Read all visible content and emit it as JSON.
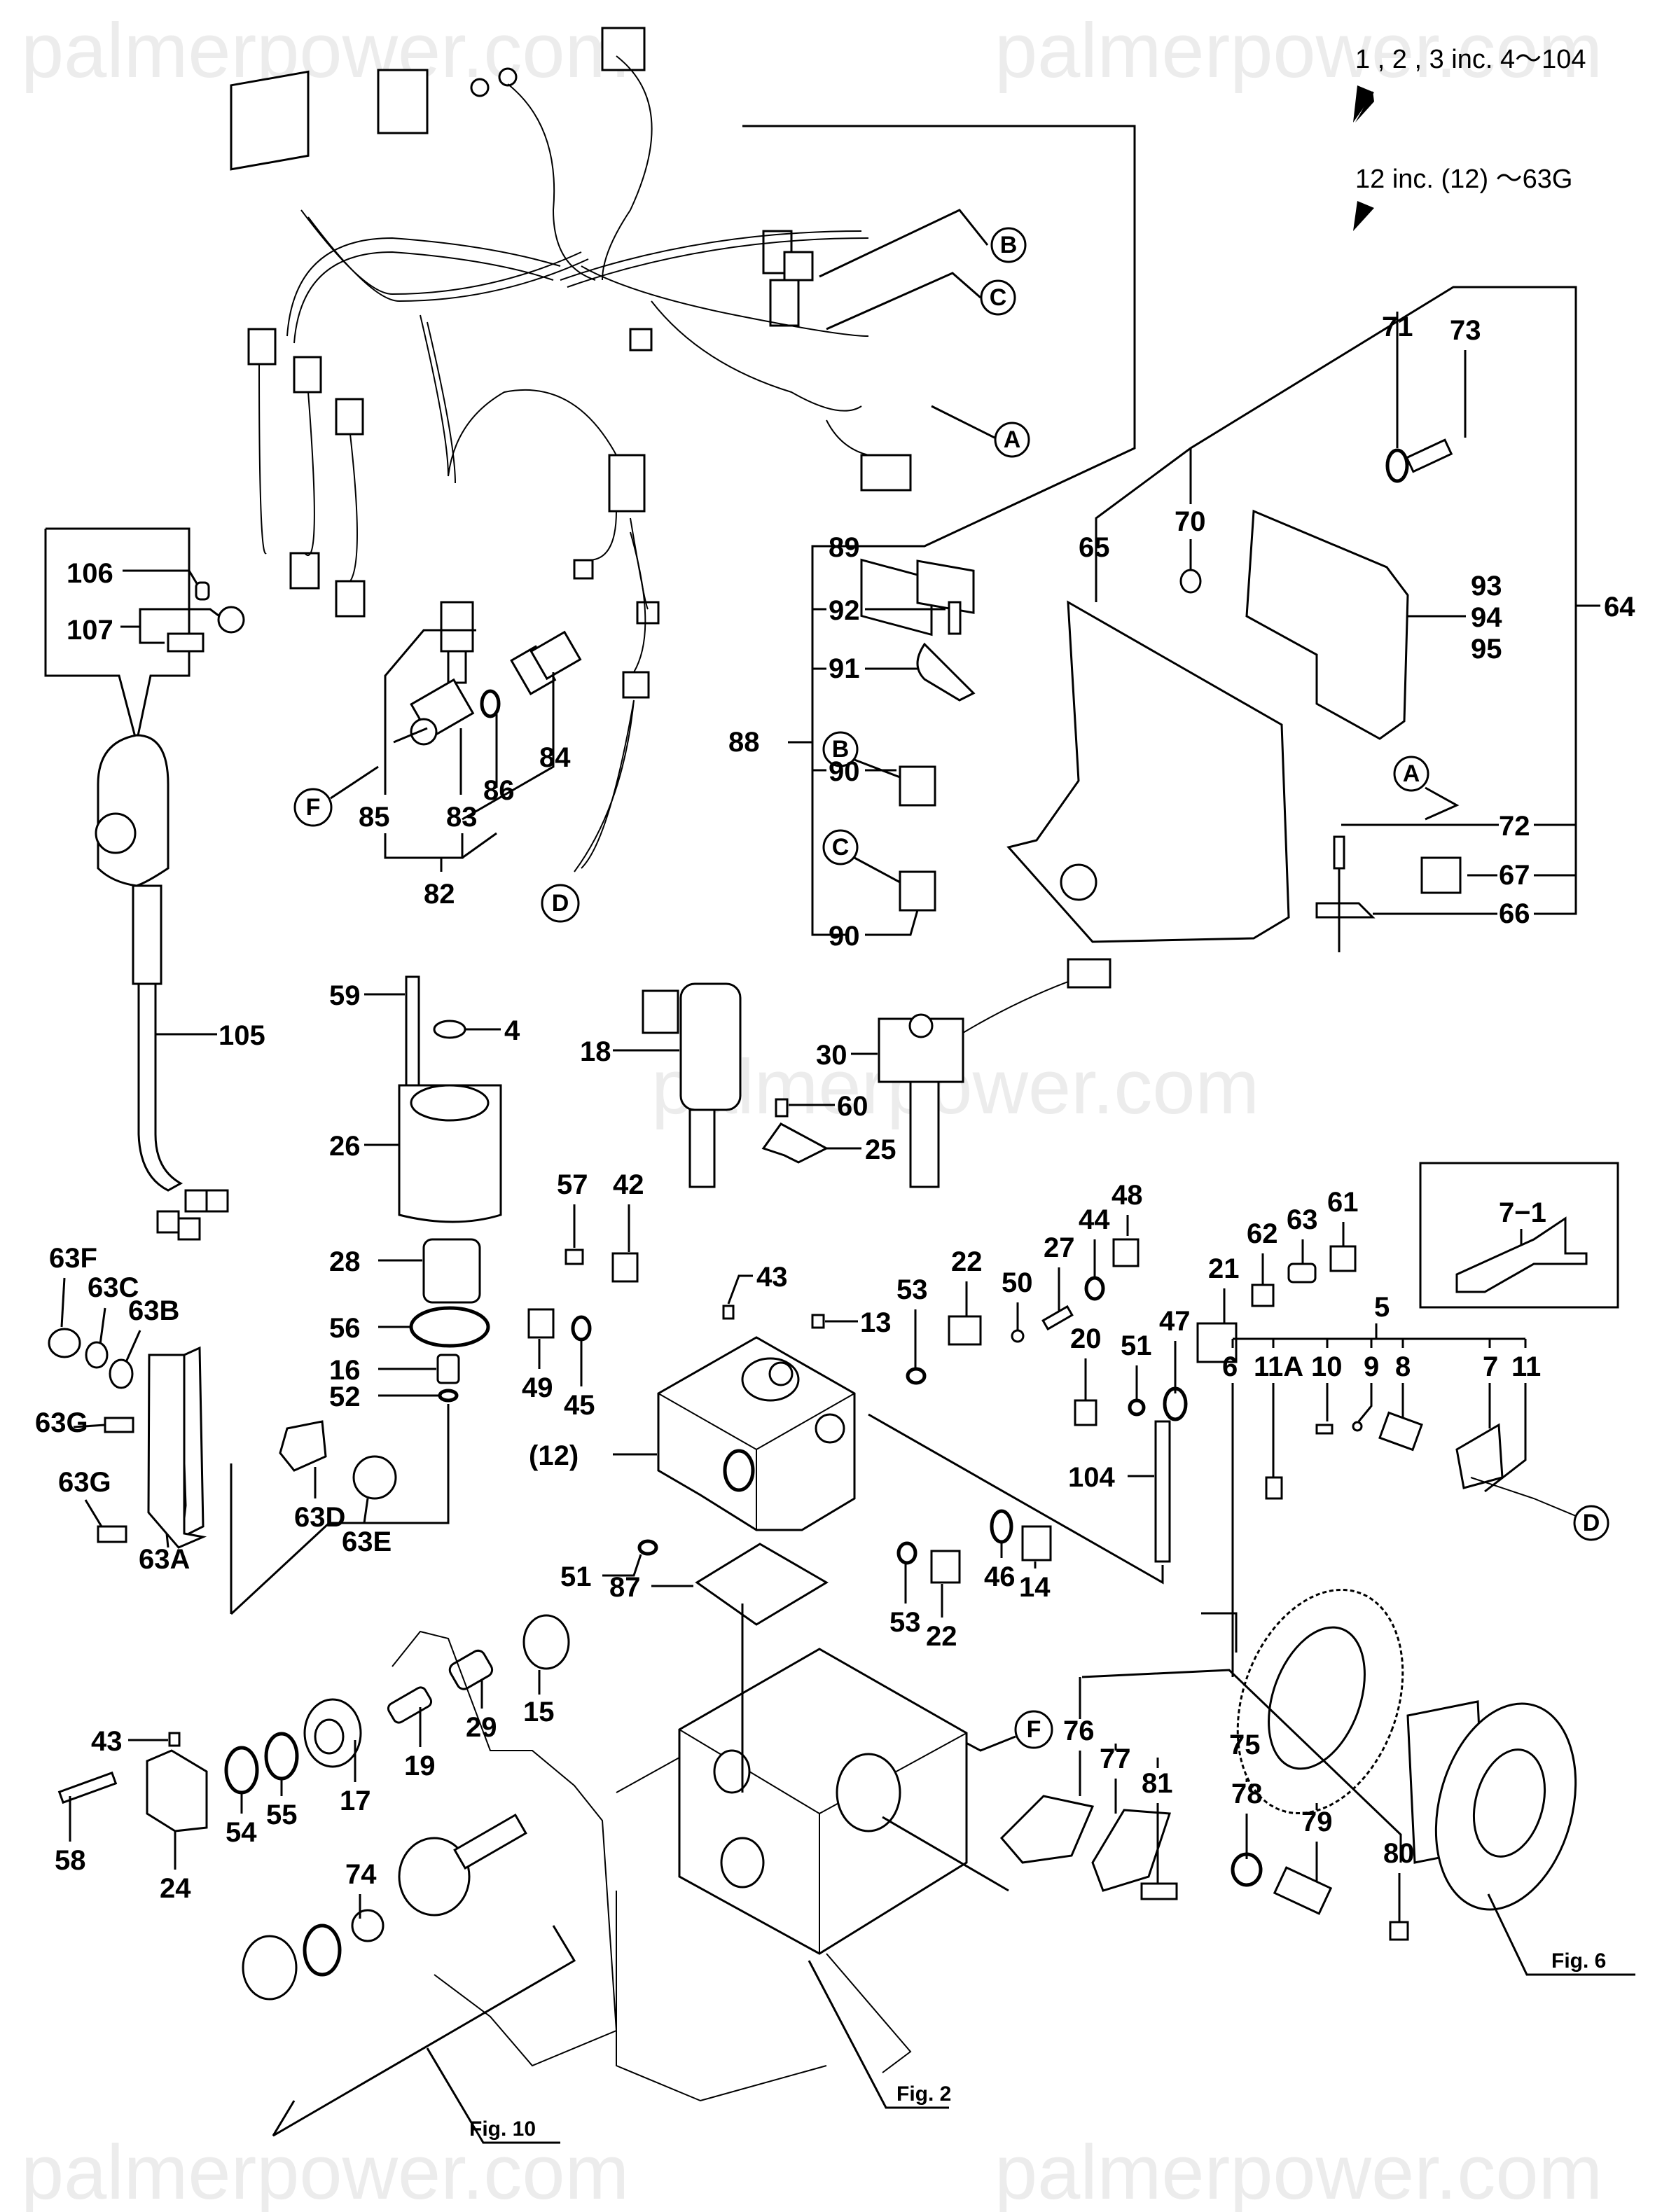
{
  "watermark": "palmerpower.com",
  "header_notes": [
    {
      "text": "1 , 2 , 3 inc. 4～104"
    },
    {
      "text": "12  inc. (12) ～63G"
    }
  ],
  "connector_refs": [
    "A",
    "B",
    "C",
    "D",
    "F"
  ],
  "figure_refs": [
    "Fig. 2",
    "Fig. 6",
    "Fig. 10"
  ],
  "inset_boxes": [
    {
      "name": "sensor-detail",
      "labels": [
        "106",
        "107"
      ]
    },
    {
      "name": "bracket-7-1",
      "labels": [
        "7−1"
      ]
    }
  ],
  "callouts": {
    "c4": "4",
    "c5": "5",
    "c6": "6",
    "c7": "7",
    "c8": "8",
    "c9": "9",
    "c10": "10",
    "c11": "11",
    "c11A": "11A",
    "c12p": "(12)",
    "c13": "13",
    "c14": "14",
    "c15": "15",
    "c16": "16",
    "c17": "17",
    "c18": "18",
    "c19": "19",
    "c20": "20",
    "c21": "21",
    "c22a": "22",
    "c22b": "22",
    "c24": "24",
    "c25": "25",
    "c26": "26",
    "c27": "27",
    "c28": "28",
    "c29": "29",
    "c30": "30",
    "c42": "42",
    "c43a": "43",
    "c43b": "43",
    "c44": "44",
    "c45": "45",
    "c46": "46",
    "c47": "47",
    "c48": "48",
    "c49": "49",
    "c50": "50",
    "c51a": "51",
    "c51b": "51",
    "c52": "52",
    "c53a": "53",
    "c53b": "53",
    "c54": "54",
    "c55": "55",
    "c56": "56",
    "c57": "57",
    "c58": "58",
    "c59": "59",
    "c60": "60",
    "c61": "61",
    "c62": "62",
    "c63": "63",
    "c63A": "63A",
    "c63B": "63B",
    "c63C": "63C",
    "c63D": "63D",
    "c63E": "63E",
    "c63F": "63F",
    "c63Ga": "63G",
    "c63Gb": "63G",
    "c64": "64",
    "c65": "65",
    "c66": "66",
    "c67": "67",
    "c70": "70",
    "c71": "71",
    "c72": "72",
    "c73": "73",
    "c74": "74",
    "c75": "75",
    "c76": "76",
    "c77": "77",
    "c78": "78",
    "c79": "79",
    "c80": "80",
    "c81": "81",
    "c82": "82",
    "c83": "83",
    "c84": "84",
    "c85": "85",
    "c86": "86",
    "c87": "87",
    "c88": "88",
    "c89": "89",
    "c90a": "90",
    "c90b": "90",
    "c91": "91",
    "c92": "92",
    "c93": "93",
    "c94": "94",
    "c95": "95",
    "c104": "104",
    "c105": "105",
    "c106": "106",
    "c107": "107",
    "c7_1": "7−1"
  }
}
